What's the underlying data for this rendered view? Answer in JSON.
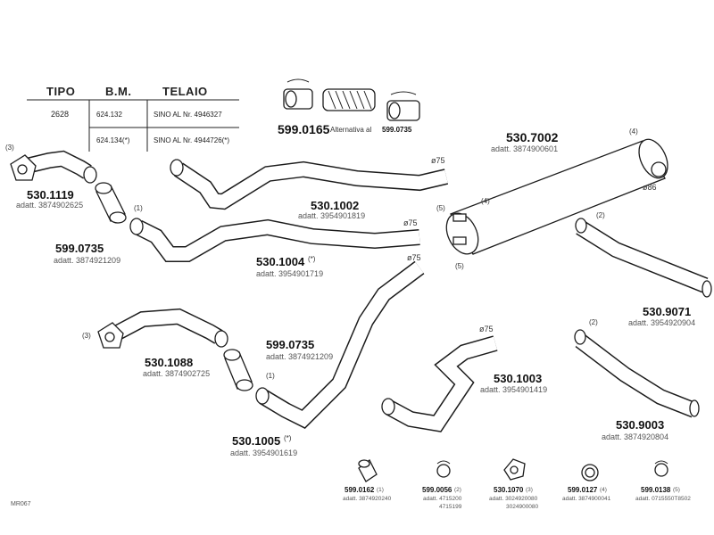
{
  "table": {
    "headers": [
      "TIPO",
      "B.M.",
      "TELAIO"
    ],
    "rows": [
      [
        "2628",
        "624.132",
        "SINO AL Nr. 4946327"
      ],
      [
        "",
        "624.134(*)",
        "SINO AL Nr. 4944726(*)"
      ]
    ]
  },
  "top_kit": {
    "part": "599.0165",
    "alt_prefix": "Alternativa  al",
    "alt_part": "599.0735"
  },
  "parts": [
    {
      "id": "530.1119",
      "adatt": "adatt. 3874902625",
      "tag": "(3)"
    },
    {
      "id": "599.0735",
      "adatt": "adatt. 3874921209"
    },
    {
      "id": "530.1002",
      "adatt": "adatt. 3954901819",
      "dia": "ø75"
    },
    {
      "id": "530.1004",
      "mark": "(*)",
      "adatt": "adatt. 3954901719",
      "dia": "ø75"
    },
    {
      "id": "530.7002",
      "adatt": "adatt. 3874900601",
      "dia": "ø86"
    },
    {
      "id": "530.9071",
      "adatt": "adatt. 3954920904",
      "tag": "(2)"
    },
    {
      "id": "530.1088",
      "adatt": "adatt. 3874902725",
      "tag": "(3)"
    },
    {
      "id": "599.0735",
      "adatt": "adatt. 3874921209"
    },
    {
      "id": "530.1003",
      "adatt": "adatt. 3954901419",
      "dia": "ø75"
    },
    {
      "id": "530.9003",
      "adatt": "adatt. 3874920804",
      "tag": "(2)"
    },
    {
      "id": "530.1005",
      "mark": "(*)",
      "adatt": "adatt. 3954901619",
      "dia": "ø75"
    }
  ],
  "callouts": {
    "c1": "(1)",
    "c1b": "(1)",
    "c4a": "(4)",
    "c4b": "(4)",
    "c5a": "(5)",
    "c5b": "(5)",
    "dia75a": "ø75"
  },
  "accessories": [
    {
      "part": "599.0162",
      "tag": "(1)",
      "adatt": "adatt. 3874920240",
      "adatt2": ""
    },
    {
      "part": "599.0056",
      "tag": "(2)",
      "adatt": "adatt. 4715200",
      "adatt2": "4715199"
    },
    {
      "part": "530.1070",
      "tag": "(3)",
      "adatt": "adatt. 3024920080",
      "adatt2": "3024900080"
    },
    {
      "part": "599.0127",
      "tag": "(4)",
      "adatt": "adatt. 3874900041",
      "adatt2": ""
    },
    {
      "part": "599.0138",
      "tag": "(5)",
      "adatt": "adatt. 0715550T8502",
      "adatt2": ""
    }
  ],
  "footer_code": "MR067"
}
